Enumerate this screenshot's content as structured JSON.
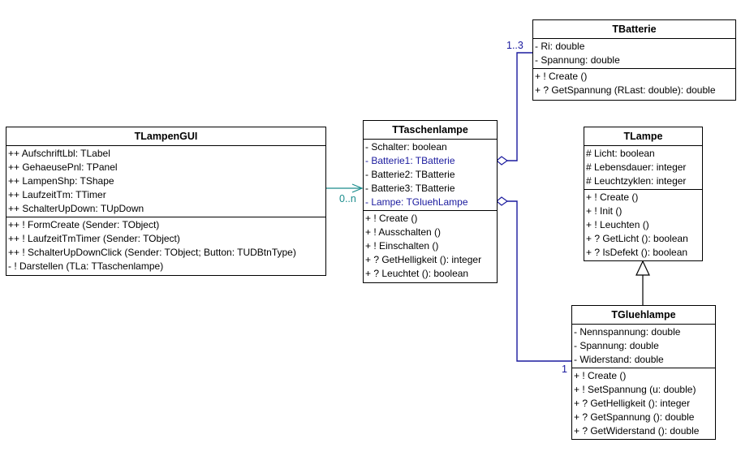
{
  "colors": {
    "association": "#1a1a9e",
    "dependency": "#1a8c8c",
    "border": "#000000"
  },
  "classes": {
    "lampengui": {
      "name": "TLampenGUI",
      "attributes": [
        {
          "text": "++ AufschriftLbl: TLabel"
        },
        {
          "text": "++ GehaeusePnl: TPanel"
        },
        {
          "text": "++ LampenShp: TShape"
        },
        {
          "text": "++ LaufzeitTm: TTimer"
        },
        {
          "text": "++ SchalterUpDown: TUpDown"
        }
      ],
      "methods": [
        {
          "text": "++ ! FormCreate (Sender: TObject)"
        },
        {
          "text": "++ ! LaufzeitTmTimer (Sender: TObject)"
        },
        {
          "text": "++ ! SchalterUpDownClick (Sender: TObject; Button: TUDBtnType)"
        },
        {
          "text": "- ! Darstellen (TLa: TTaschenlampe)"
        }
      ]
    },
    "taschenlampe": {
      "name": "TTaschenlampe",
      "attributes": [
        {
          "text": "- Schalter: boolean"
        },
        {
          "text": "- Batterie1: TBatterie"
        },
        {
          "text": "- Batterie2: TBatterie"
        },
        {
          "text": "- Batterie3: TBatterie"
        },
        {
          "text": "- Lampe: TGluehLampe"
        }
      ],
      "methods": [
        {
          "text": "+ ! Create ()"
        },
        {
          "text": "+ ! Ausschalten ()"
        },
        {
          "text": "+ ! Einschalten ()"
        },
        {
          "text": "+ ? GetHelligkeit (): integer"
        },
        {
          "text": "+ ? Leuchtet (): boolean"
        }
      ]
    },
    "batterie": {
      "name": "TBatterie",
      "attributes": [
        {
          "text": "- Ri: double"
        },
        {
          "text": "- Spannung: double"
        }
      ],
      "methods": [
        {
          "text": "+ ! Create ()"
        },
        {
          "text": "+ ? GetSpannung (RLast: double): double"
        }
      ]
    },
    "lampe": {
      "name": "TLampe",
      "attributes": [
        {
          "text": "# Licht: boolean"
        },
        {
          "text": "# Lebensdauer: integer"
        },
        {
          "text": "# Leuchtzyklen: integer"
        }
      ],
      "methods": [
        {
          "text": "+ ! Create ()"
        },
        {
          "text": "+ ! Init ()"
        },
        {
          "text": "+ ! Leuchten ()"
        },
        {
          "text": "+ ? GetLicht (): boolean"
        },
        {
          "text": "+ ? IsDefekt (): boolean"
        }
      ]
    },
    "gluehlampe": {
      "name": "TGluehlampe",
      "attributes": [
        {
          "text": "- Nennspannung: double"
        },
        {
          "text": "- Spannung: double"
        },
        {
          "text": "- Widerstand: double"
        }
      ],
      "methods": [
        {
          "text": "+ ! Create ()"
        },
        {
          "text": "+ ! SetSpannung (u: double)"
        },
        {
          "text": "+ ? GetHelligkeit (): integer"
        },
        {
          "text": "+ ? GetSpannung (): double"
        },
        {
          "text": "+ ? GetWiderstand (): double"
        }
      ]
    }
  },
  "relations": {
    "gui_to_taschenlampe": {
      "type": "association",
      "multiplicity": "0..n"
    },
    "taschenlampe_to_batterie": {
      "type": "aggregation",
      "multiplicity": "1..3"
    },
    "taschenlampe_to_gluehlampe": {
      "type": "aggregation",
      "multiplicity": "1"
    },
    "gluehlampe_to_lampe": {
      "type": "generalization"
    }
  }
}
